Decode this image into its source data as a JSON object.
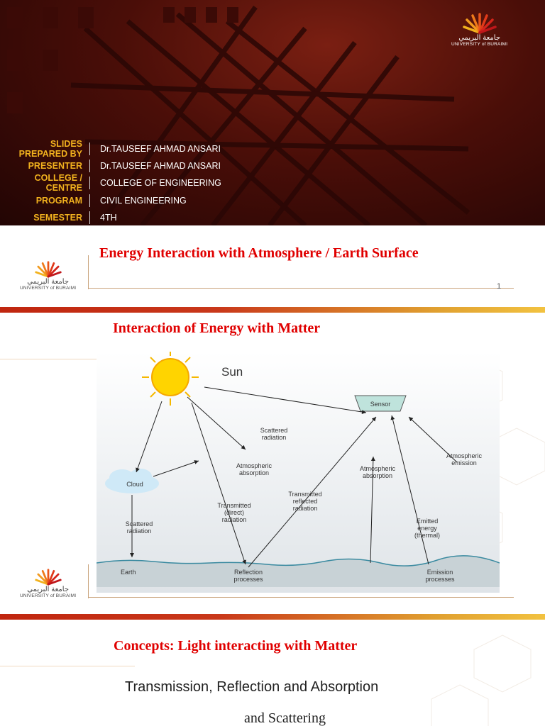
{
  "slide1": {
    "meta": [
      {
        "label": "SLIDES PREPARED BY",
        "value": "Dr.TAUSEEF AHMAD ANSARI"
      },
      {
        "label": "PRESENTER",
        "value": "Dr.TAUSEEF AHMAD ANSARI"
      },
      {
        "label": "COLLEGE / CENTRE",
        "value": "COLLEGE OF ENGINEERING"
      },
      {
        "label": "PROGRAM",
        "value": "CIVIL ENGINEERING"
      },
      {
        "label": "SEMESTER",
        "value": "4TH"
      }
    ],
    "title": "Energy Interaction with Atmosphere / Earth Surface",
    "page_number": "1"
  },
  "logo": {
    "arabic": "جامعة البريمي",
    "english": "UNIVERSITY of BURAIMI"
  },
  "slide2": {
    "title": "Interaction of Energy with Matter",
    "diagram": {
      "sun": "Sun",
      "sensor": "Sensor",
      "cloud": "Cloud",
      "earth": "Earth",
      "scattered_radiation_top": [
        "Scattered",
        "radiation"
      ],
      "atmospheric_absorption_left": [
        "Atmospheric",
        "absorption"
      ],
      "atmospheric_absorption_right": [
        "Atmospheric",
        "absorption"
      ],
      "atmospheric_emission": [
        "Atmospheric",
        "emission"
      ],
      "transmitted_direct": [
        "Transmitted",
        "(direct)",
        "radiation"
      ],
      "transmitted_reflected": [
        "Transmitted",
        "reflected",
        "radiation"
      ],
      "scattered_radiation_left": [
        "Scattered",
        "radiation"
      ],
      "emitted_energy": [
        "Emitted",
        "energy",
        "(thermal)"
      ],
      "reflection_processes": [
        "Reflection",
        "processes"
      ],
      "emission_processes": [
        "Emission",
        "processes"
      ]
    }
  },
  "slide3": {
    "title": "Concepts: Light interacting with Matter",
    "subtitle": "Transmission, Reflection and Absorption",
    "subtitle2": "and Scattering"
  },
  "colors": {
    "accent_red": "#e00000",
    "label_gold": "#f2b21e",
    "bar_start": "#c0260f",
    "bar_end": "#f2c240"
  }
}
